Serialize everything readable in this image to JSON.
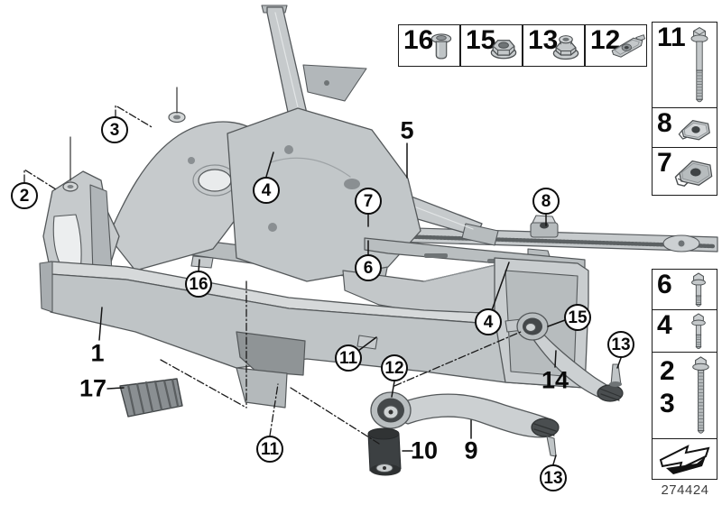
{
  "diagram": {
    "callouts": [
      {
        "label": "3",
        "circled": true
      },
      {
        "label": "2",
        "circled": true
      },
      {
        "label": "4",
        "circled": true
      },
      {
        "label": "5",
        "circled": false
      },
      {
        "label": "7",
        "circled": true
      },
      {
        "label": "6",
        "circled": true
      },
      {
        "label": "8",
        "circled": true
      },
      {
        "label": "16",
        "circled": true
      },
      {
        "label": "1",
        "circled": false
      },
      {
        "label": "17",
        "circled": false
      },
      {
        "label": "11",
        "circled": true
      },
      {
        "label": "11",
        "circled": true
      },
      {
        "label": "12",
        "circled": true
      },
      {
        "label": "4",
        "circled": true
      },
      {
        "label": "10",
        "circled": false
      },
      {
        "label": "9",
        "circled": false
      },
      {
        "label": "15",
        "circled": true
      },
      {
        "label": "14",
        "circled": false
      },
      {
        "label": "13",
        "circled": true
      },
      {
        "label": "13",
        "circled": true
      }
    ],
    "parts": [
      "front-axle-carrier",
      "reinforcement-brace",
      "stiffening-plate",
      "control-arm",
      "tension-strut",
      "rubber-mount",
      "hydro-bushing",
      "rubber-pad",
      "ball-joint",
      "clip"
    ]
  },
  "legend": {
    "top_row": [
      {
        "number": "16",
        "icon": "rivet-nut-icon"
      },
      {
        "number": "15",
        "icon": "flange-nut-icon"
      },
      {
        "number": "13",
        "icon": "collar-flange-nut-icon"
      },
      {
        "number": "12",
        "icon": "cage-nut-icon"
      }
    ],
    "right_column": [
      {
        "number": "11",
        "icon": "long-flange-bolt-icon"
      },
      {
        "number": "8",
        "icon": "clip-nut-small-icon"
      },
      {
        "number": "7",
        "icon": "clip-nut-large-icon"
      }
    ],
    "lower_column": [
      {
        "number": "6",
        "icon": "hex-bolt-medium-icon"
      },
      {
        "number": "4",
        "icon": "hex-bolt-medium-icon"
      },
      {
        "numbers": [
          "2",
          "3"
        ],
        "icon": "hex-bolt-long-icon"
      }
    ],
    "arrow_box": {
      "icon": "direction-of-travel-arrow-icon"
    }
  },
  "footer": {
    "number": "274424"
  },
  "colors": {
    "background": "#ffffff",
    "line": "#1a1a1a",
    "metal_light": "#d6d9da",
    "metal": "#c6cacc",
    "metal_mid": "#b7bcbe",
    "metal_dark": "#9ea3a6",
    "rubber_dark": "#3c4042"
  }
}
